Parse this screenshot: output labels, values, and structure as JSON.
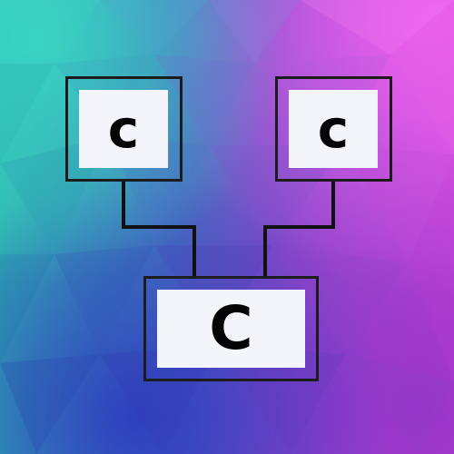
{
  "nodes": {
    "top_left": {
      "label": "c"
    },
    "top_right": {
      "label": "c"
    },
    "bottom": {
      "label": "C"
    }
  },
  "colors": {
    "node_border": "#1c1c1c",
    "node_fill": "#f4f5fa",
    "connector": "#111111",
    "label": "#050505"
  }
}
